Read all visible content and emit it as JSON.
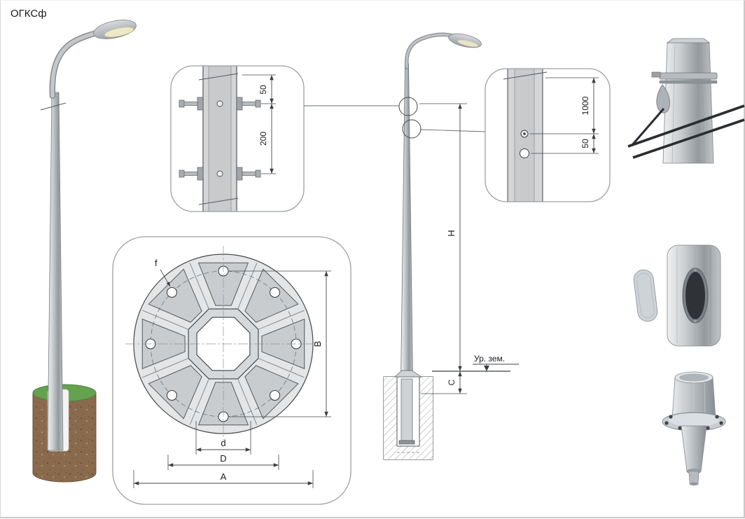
{
  "title": "ОГКСф",
  "detail_top": {
    "dim_small": "50",
    "dim_large": "200"
  },
  "flange": {
    "label_f": "f",
    "label_B": "B",
    "label_d": "d",
    "label_D": "D",
    "label_A": "A"
  },
  "elevation": {
    "label_H": "H",
    "label_C": "C",
    "ground_level": "Ур. зем."
  },
  "detail_right": {
    "dim_top": "1000",
    "dim_bottom": "50"
  }
}
